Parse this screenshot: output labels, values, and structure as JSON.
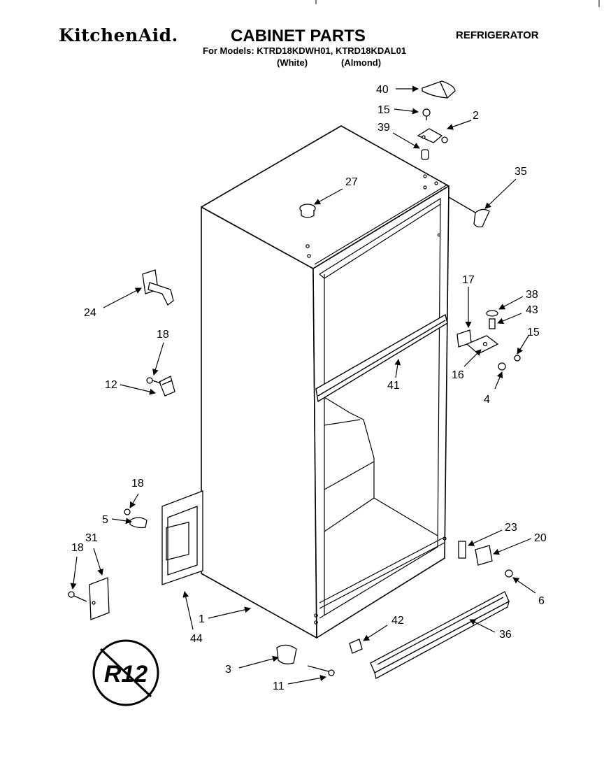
{
  "header": {
    "brand": "KitchenAid.",
    "title": "CABINET PARTS",
    "appliance": "REFRIGERATOR",
    "models_line": "For Models: KTRD18KDWH01, KTRD18KDAL01",
    "variant_white": "(White)",
    "variant_almond": "(Almond)"
  },
  "callouts": {
    "p40": "40",
    "p15a": "15",
    "p2": "2",
    "p39": "39",
    "p27": "27",
    "p35": "35",
    "p24": "24",
    "p17": "17",
    "p38": "38",
    "p43": "43",
    "p15b": "15",
    "p18a": "18",
    "p12": "12",
    "p16": "16",
    "p41": "41",
    "p4": "4",
    "p18b": "18",
    "p5": "5",
    "p23": "23",
    "p20": "20",
    "p18c": "18",
    "p31": "31",
    "p6": "6",
    "p1": "1",
    "p44": "44",
    "p42": "42",
    "p36": "36",
    "p3": "3",
    "p11": "11"
  },
  "badge": {
    "text": "R12"
  },
  "colors": {
    "ink": "#000000",
    "paper": "#ffffff"
  }
}
